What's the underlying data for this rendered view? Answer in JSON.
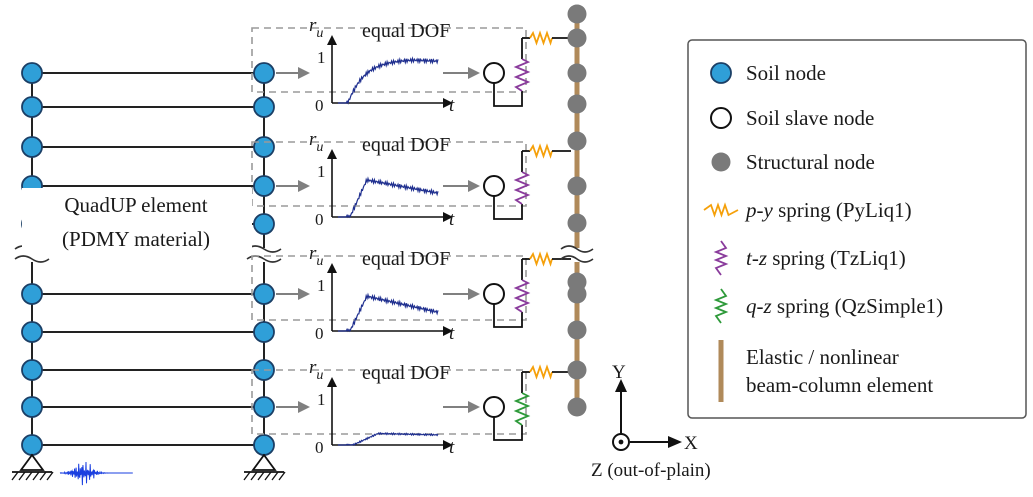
{
  "colors": {
    "soil_node": "#2f9fd8",
    "node_stroke": "#1b3f66",
    "structural_node": "#7a7a7a",
    "py_spring": "#f5a00a",
    "tz_spring": "#8a3c9c",
    "qz_spring": "#2e9a3a",
    "beam_column": "#b08a5a",
    "response_curve": "#1f2f8f",
    "input_motion": "#1a3fe0",
    "dashed_box": "#9a9a9a",
    "arrow": "#808080"
  },
  "diagram": {
    "quad_label_line1": "QuadUP element",
    "quad_label_line2": "(PDMY material)",
    "ru_symbol": "r",
    "ru_subscript": "u",
    "t_symbol": "t",
    "tick_one": "1",
    "tick_zero": "0",
    "panels": [
      {
        "label": "equal DOF",
        "spring": "tz",
        "peak_ru": 0.95
      },
      {
        "label": "equal DOF",
        "spring": "tz",
        "peak_ru": 0.8
      },
      {
        "label": "equal DOF",
        "spring": "tz",
        "peak_ru": 0.75
      },
      {
        "label": "equal DOF",
        "spring": "qz",
        "peak_ru": 0.25
      }
    ]
  },
  "axes_indicator": {
    "y_label": "Y",
    "x_label": "X",
    "z_label": "Z (out-of-plain)"
  },
  "legend": {
    "items": [
      {
        "id": "soil-node",
        "symbol": "soil-node",
        "text": "Soil node"
      },
      {
        "id": "soil-slave-node",
        "symbol": "slave-node",
        "text": "Soil slave node"
      },
      {
        "id": "structural-node",
        "symbol": "structural-node",
        "text": "Structural node"
      },
      {
        "id": "py-spring",
        "symbol": "py",
        "italic": "p-y",
        "text": " spring (PyLiq1)"
      },
      {
        "id": "tz-spring",
        "symbol": "tz",
        "italic": "t-z",
        "text": " spring (TzLiq1)"
      },
      {
        "id": "qz-spring",
        "symbol": "qz",
        "italic": "q-z",
        "text": " spring (QzSimple1)"
      },
      {
        "id": "beam-column",
        "symbol": "beam",
        "text": "Elastic / nonlinear",
        "text2": "beam-column element"
      }
    ]
  }
}
